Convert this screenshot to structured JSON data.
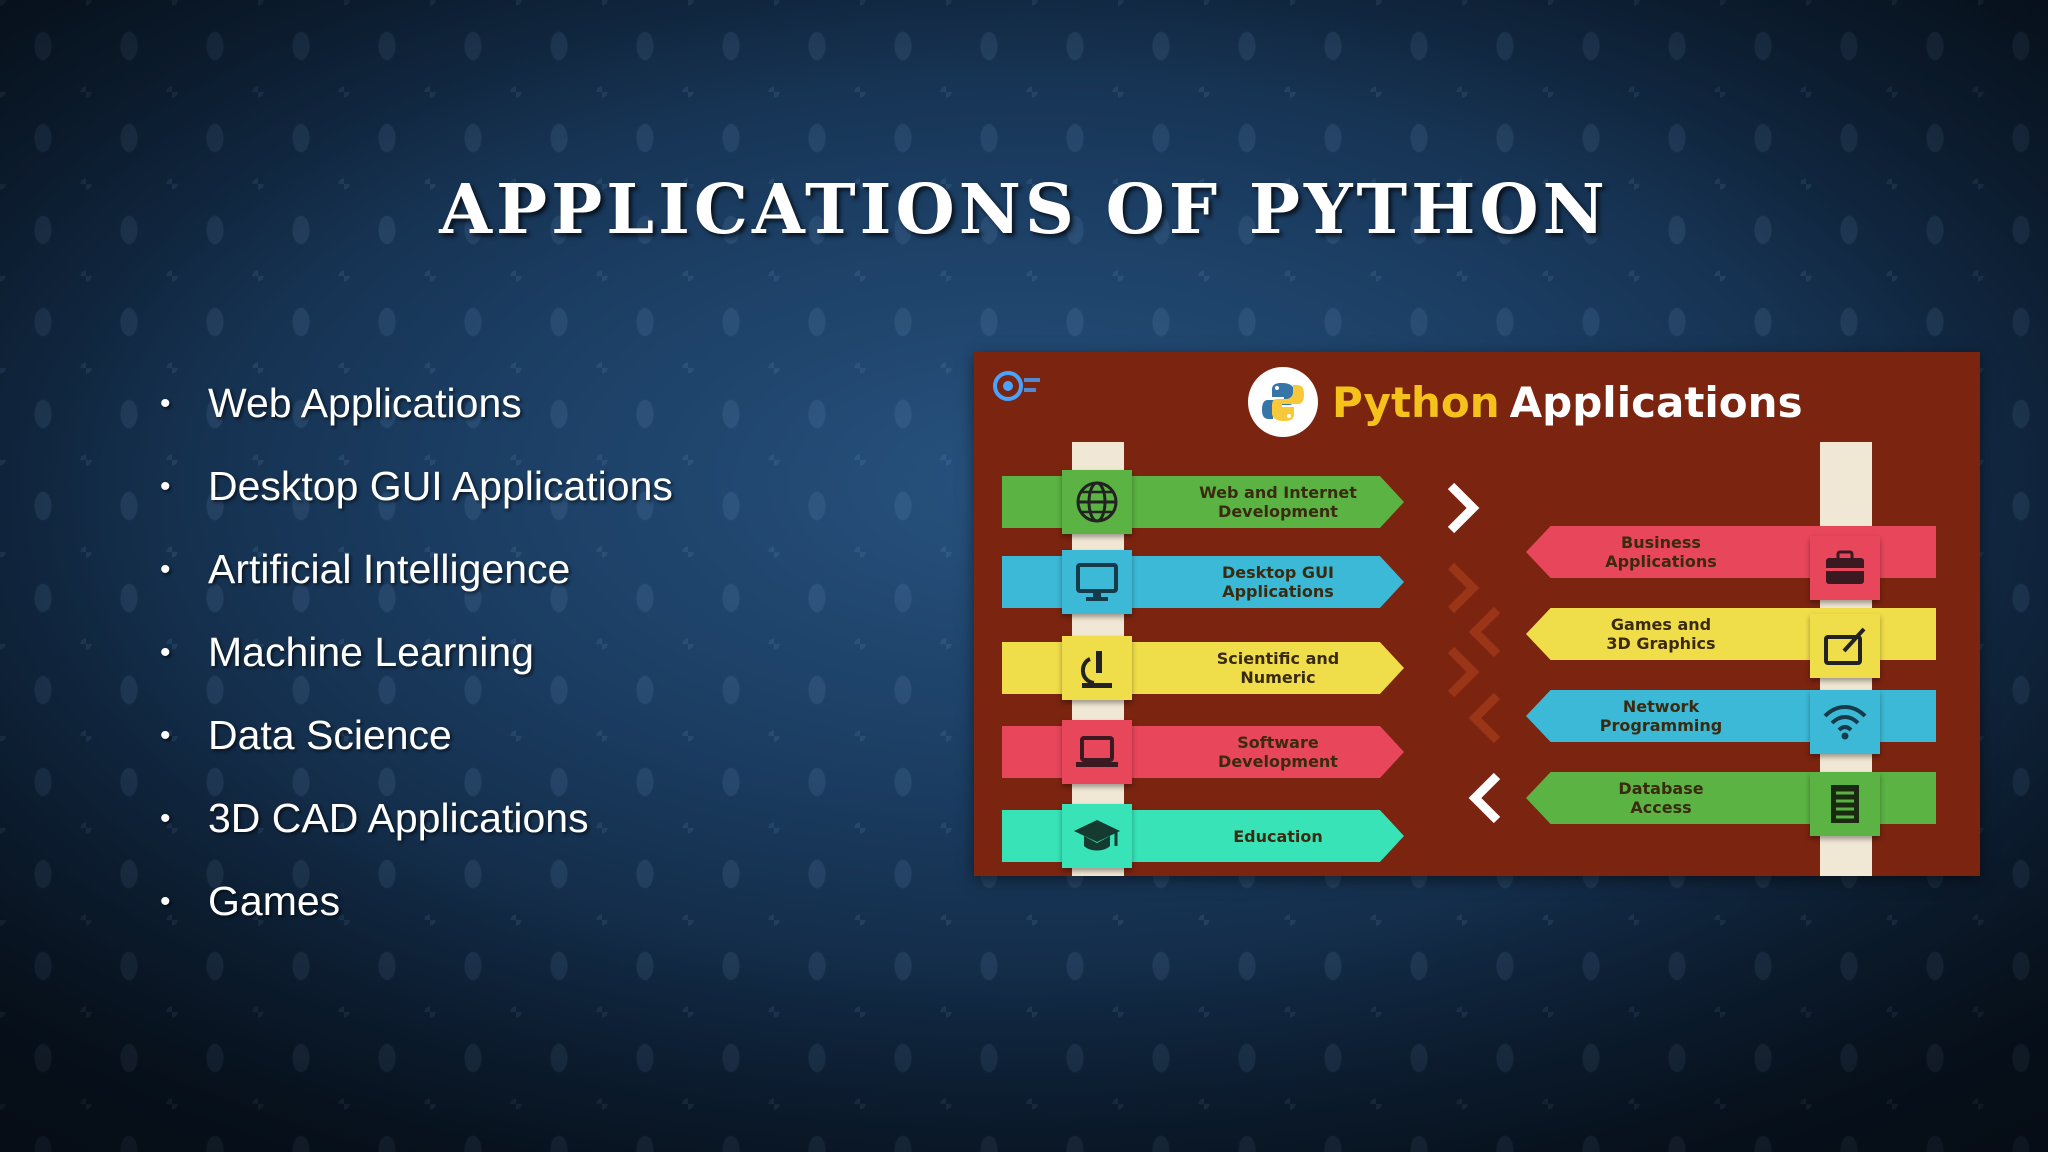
{
  "slide": {
    "title": "APPLICATIONS OF PYTHON",
    "bullets": [
      "Web Applications",
      "Desktop GUI Applications",
      "Artificial Intelligence",
      "Machine Learning",
      "Data Science",
      "3D CAD Applications",
      "Games"
    ],
    "bullet_glyph": "•"
  },
  "infographic": {
    "title_part1": "Python",
    "title_part2": "Applications",
    "left_items": [
      {
        "label": "Web and Internet\nDevelopment",
        "color": "#5bb343",
        "icon": "globe-icon"
      },
      {
        "label": "Desktop GUI\nApplications",
        "color": "#3cb9d6",
        "icon": "monitor-icon"
      },
      {
        "label": "Scientific and\nNumeric",
        "color": "#f0dd4a",
        "icon": "microscope-icon"
      },
      {
        "label": "Software\nDevelopment",
        "color": "#e8465b",
        "icon": "laptop-icon"
      },
      {
        "label": "Education",
        "color": "#38e3b7",
        "icon": "graduation-cap-icon"
      }
    ],
    "right_items": [
      {
        "label": "Business\nApplications",
        "color": "#e8465b",
        "icon": "briefcase-icon"
      },
      {
        "label": "Games and\n3D Graphics",
        "color": "#f0dd4a",
        "icon": "tablet-pen-icon"
      },
      {
        "label": "Network\nProgramming",
        "color": "#3cb9d6",
        "icon": "wifi-icon"
      },
      {
        "label": "Database\nAccess",
        "color": "#5bb343",
        "icon": "database-icon"
      }
    ]
  }
}
